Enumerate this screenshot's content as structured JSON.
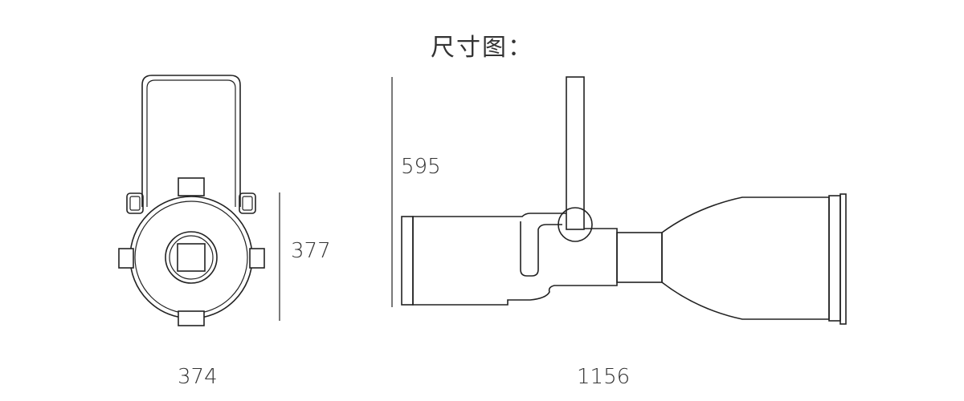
{
  "title": "尺寸图：",
  "dimensions": {
    "front_height": "377",
    "front_width": "374",
    "side_height": "595",
    "side_length": "1156"
  }
}
